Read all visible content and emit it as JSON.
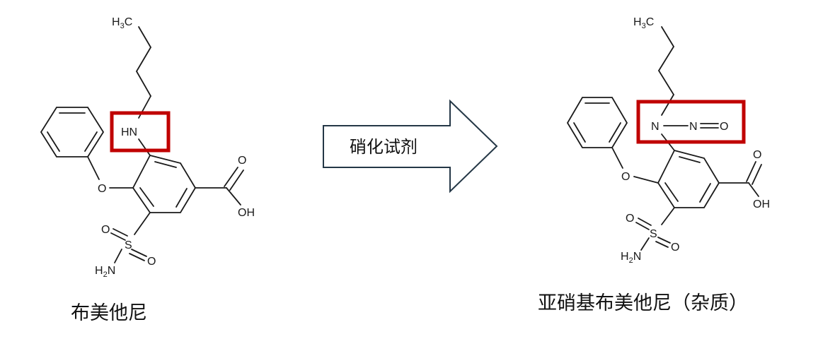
{
  "left_molecule": {
    "caption": "布美他尼",
    "labels": {
      "h3c": "H",
      "h3c_sub": "3",
      "h3c_c": "C",
      "nh": "HN",
      "o_ether": "O",
      "o_acid": "O",
      "oh": "OH",
      "o_s1": "O",
      "s": "S",
      "o_s2": "O",
      "h2n_h": "H",
      "h2n_sub": "2",
      "h2n_n": "N"
    }
  },
  "reaction": {
    "reagent": "硝化试剂"
  },
  "right_molecule": {
    "caption": "亚硝基布美他尼（杂质）",
    "labels": {
      "h3c": "H",
      "h3c_sub": "3",
      "h3c_c": "C",
      "n_amine": "N",
      "n_nitroso": "N",
      "o_nitroso": "O",
      "o_ether": "O",
      "o_acid": "O",
      "oh": "OH",
      "o_s1": "O",
      "s": "S",
      "o_s2": "O",
      "h2n_h": "H",
      "h2n_sub": "2",
      "h2n_n": "N"
    }
  },
  "colors": {
    "highlight": "#c00000",
    "arrow_stroke": "#243746",
    "bond": "#1a1a1a"
  }
}
